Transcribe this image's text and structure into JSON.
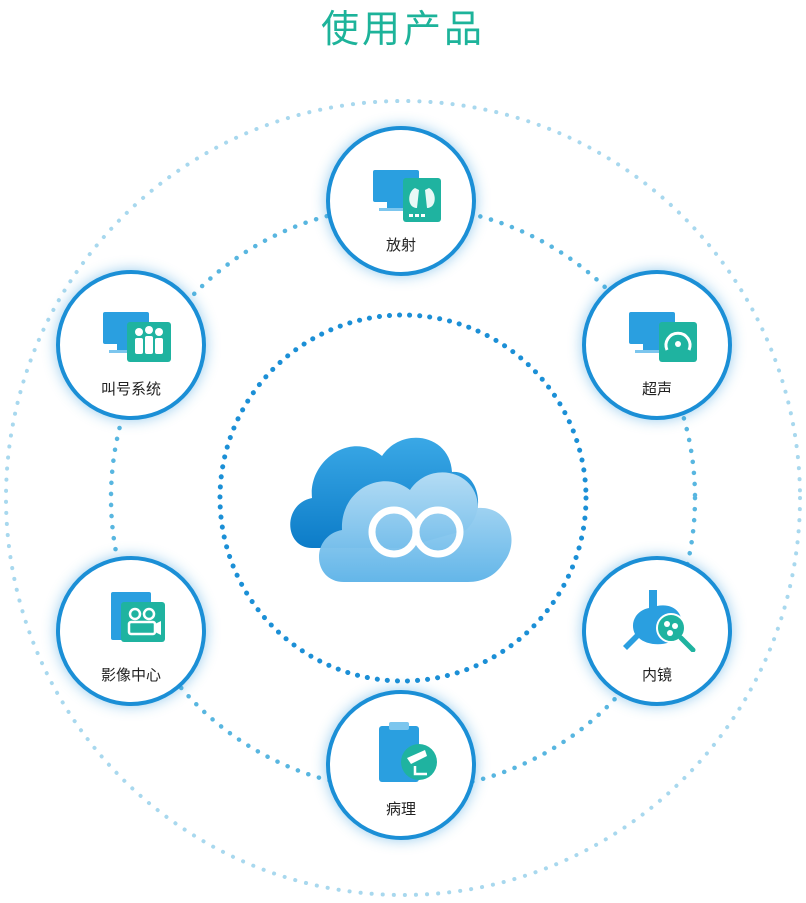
{
  "title": "使用产品",
  "nodes": {
    "radiology": {
      "label": "放射"
    },
    "ultrasound": {
      "label": "超声"
    },
    "endoscopy": {
      "label": "内镜"
    },
    "pathology": {
      "label": "病理"
    },
    "imaging_center": {
      "label": "影像中心"
    },
    "queue_system": {
      "label": "叫号系统"
    }
  },
  "colors": {
    "accent": "#1db39a",
    "ring": "#1b8fd6",
    "dots_outer": "#a8d8ee",
    "dots_middle": "#58b6e0",
    "dots_inner": "#1b8fd6"
  }
}
